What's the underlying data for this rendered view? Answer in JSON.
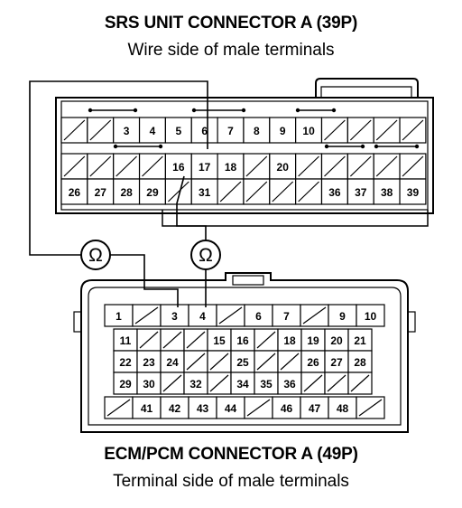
{
  "srs": {
    "title": "SRS UNIT CONNECTOR A (39P)",
    "subtitle": "Wire side of male terminals",
    "rows": [
      [
        "",
        "",
        "3",
        "4",
        "5",
        "6",
        "7",
        "8",
        "9",
        "10",
        "",
        "",
        "",
        ""
      ],
      [
        "",
        "",
        "",
        "",
        "16",
        "17",
        "18",
        "",
        "20",
        "",
        "",
        "",
        "",
        ""
      ],
      [
        "26",
        "27",
        "28",
        "29",
        "",
        "31",
        "",
        "",
        "",
        "",
        "36",
        "37",
        "38",
        "39"
      ]
    ]
  },
  "ecm": {
    "title": "ECM/PCM CONNECTOR A (49P)",
    "subtitle": "Terminal side of male terminals",
    "rows": [
      [
        "1",
        "",
        "3",
        "4",
        "",
        "6",
        "7",
        "",
        "9",
        "10"
      ],
      [
        "11",
        "",
        "",
        "",
        "15",
        "16",
        "",
        "18",
        "19",
        "20",
        "21"
      ],
      [
        "22",
        "23",
        "24",
        "",
        "",
        "25",
        "",
        "",
        "26",
        "27",
        "28"
      ],
      [
        "29",
        "30",
        "",
        "32",
        "",
        "34",
        "35",
        "36",
        "",
        "",
        ""
      ],
      [
        "",
        "41",
        "42",
        "43",
        "44",
        "",
        "46",
        "47",
        "48",
        ""
      ]
    ]
  },
  "meters": [
    {
      "symbol": "Ω"
    },
    {
      "symbol": "Ω"
    }
  ]
}
